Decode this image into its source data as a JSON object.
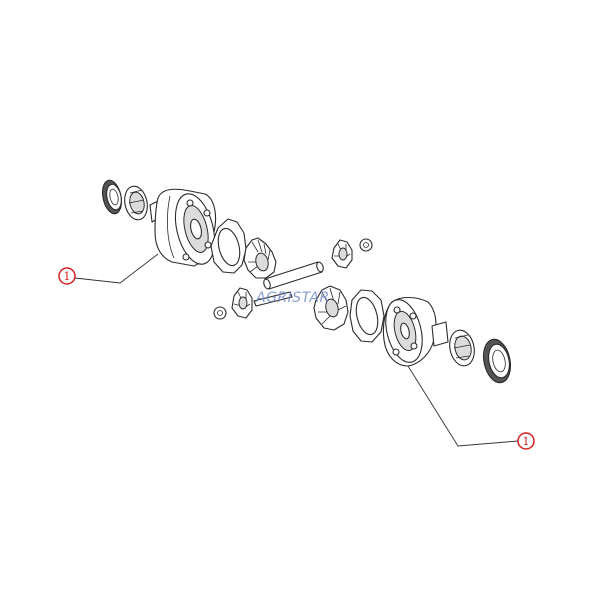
{
  "watermark": {
    "text": "AGRISTAR"
  },
  "callouts": [
    {
      "label": "1"
    },
    {
      "label": "1"
    }
  ],
  "colors": {
    "callout": "#d42020",
    "line": "#2b2b2b",
    "watermark": "#6b87c6"
  }
}
